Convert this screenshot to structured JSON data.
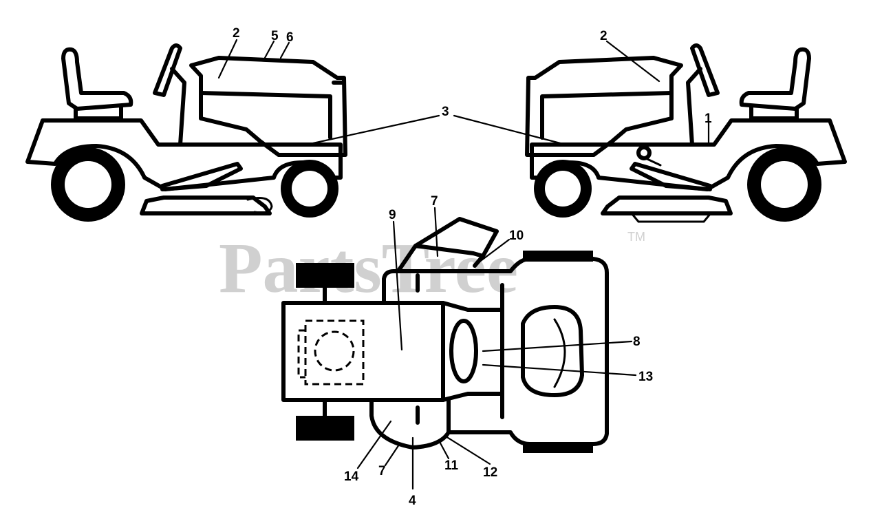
{
  "watermark": {
    "text": "PartsTree",
    "trademark": "TM"
  },
  "callouts": {
    "c1": "1",
    "c2_left": "2",
    "c2_right": "2",
    "c3": "3",
    "c4": "4",
    "c5": "5",
    "c6": "6",
    "c7_top": "7",
    "c7_bottom": "7",
    "c8": "8",
    "c9": "9",
    "c10": "10",
    "c11": "11",
    "c12": "12",
    "c13": "13",
    "c14": "14"
  },
  "colors": {
    "ink": "#000000",
    "watermark": "#d0d0d0",
    "background": "#ffffff"
  }
}
